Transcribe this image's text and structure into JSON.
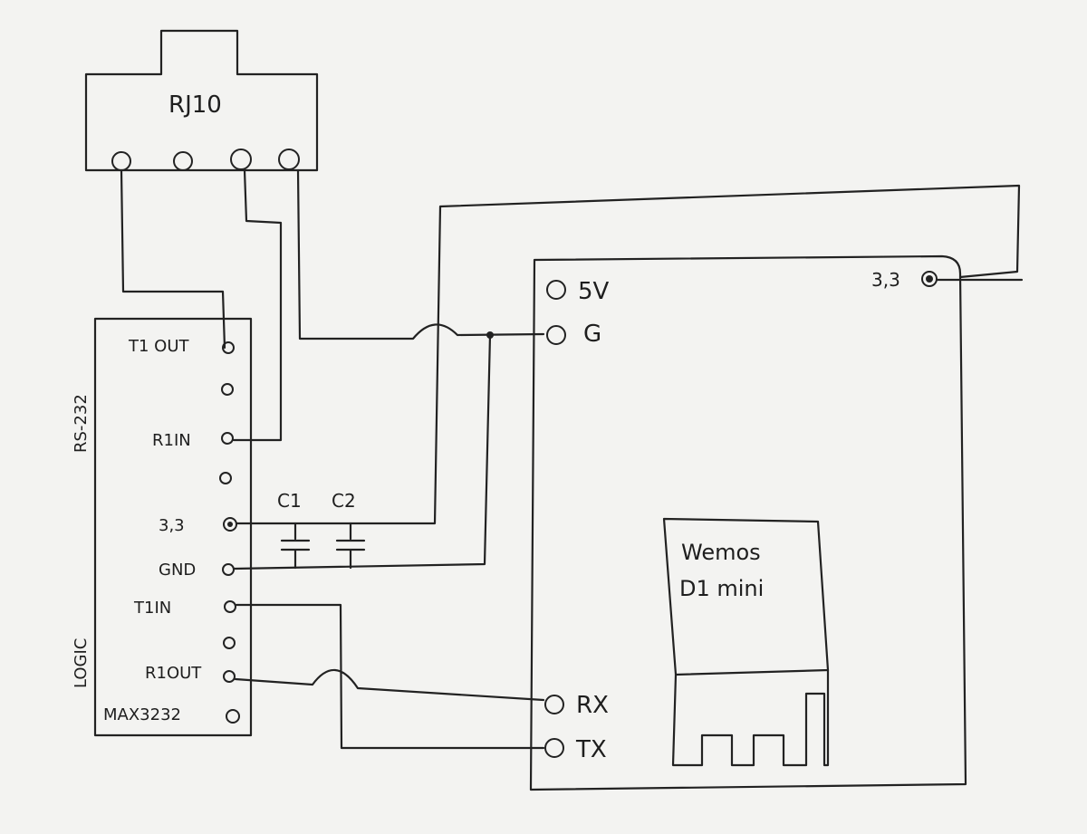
{
  "connector": {
    "label": "RJ10"
  },
  "max_chip": {
    "side_label_top": "RS-232",
    "side_label_bottom": "LOGIC",
    "pins": {
      "t1out": "T1 OUT",
      "r1in": "R1IN",
      "v33": "3,3",
      "gnd": "GND",
      "t1in": "T1IN",
      "r1out": "R1OUT"
    },
    "part_name": "MAX3232"
  },
  "capacitors": {
    "c1": "C1",
    "c2": "C2"
  },
  "board": {
    "pins": {
      "v5": "5V",
      "g": "G",
      "v33": "3,3",
      "rx": "RX",
      "tx": "TX"
    },
    "module_line1": "Wemos",
    "module_line2": "D1 mini"
  },
  "colors": {
    "paper": "#f3f3f1",
    "ink": "#222222"
  }
}
